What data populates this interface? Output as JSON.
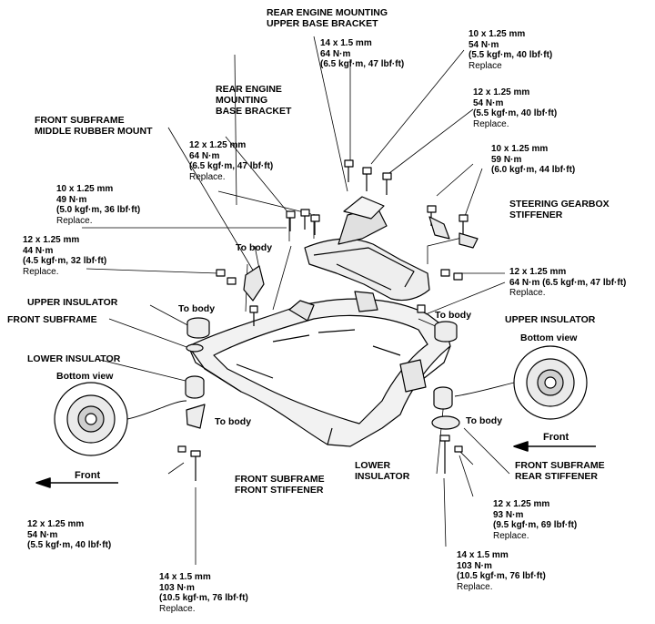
{
  "labels": {
    "rear_engine_upper_bracket": [
      "REAR ENGINE MOUNTING",
      "UPPER BASE BRACKET"
    ],
    "rear_engine_base_bracket": [
      "REAR ENGINE",
      "MOUNTING",
      "BASE BRACKET"
    ],
    "front_middle_mount": [
      "FRONT SUBFRAME",
      "MIDDLE RUBBER MOUNT"
    ],
    "steering_stiffener": [
      "STEERING GEARBOX",
      "STIFFENER"
    ],
    "upper_insulator_left": "UPPER INSULATOR",
    "front_subframe": "FRONT SUBFRAME",
    "lower_insulator_left": "LOWER INSULATOR",
    "upper_insulator_right": "UPPER INSULATOR",
    "lower_insulator_right": [
      "LOWER",
      "INSULATOR"
    ],
    "front_stiffener": [
      "FRONT SUBFRAME",
      "FRONT STIFFENER"
    ],
    "rear_stiffener": [
      "FRONT SUBFRAME",
      "REAR STIFFENER"
    ],
    "bottom_view_left": "Bottom view",
    "bottom_view_right": "Bottom view",
    "to_body_1": "To body",
    "to_body_2": "To body",
    "to_body_3": "To body",
    "to_body_4": "To body",
    "to_body_5": "To body",
    "front_left": "Front",
    "front_right": "Front"
  },
  "specs": {
    "s1": {
      "lines": [
        "14 x 1.5 mm",
        "64 N·m",
        "(6.5 kgf·m, 47 lbf·ft)"
      ],
      "note": ""
    },
    "s2": {
      "lines": [
        "10 x 1.25 mm",
        "54 N·m",
        "(5.5 kgf·m, 40 lbf·ft)"
      ],
      "note": "Replace"
    },
    "s3": {
      "lines": [
        "12 x 1.25 mm",
        "54 N·m",
        "(5.5 kgf·m, 40 lbf·ft)"
      ],
      "note": "Replace."
    },
    "s4": {
      "lines": [
        "10 x 1.25 mm",
        "59 N·m",
        "(6.0 kgf·m, 44 lbf·ft)"
      ],
      "note": ""
    },
    "s5": {
      "lines": [
        "12 x 1.25 mm",
        "64 N·m",
        "(6.5 kgf·m, 47 lbf·ft)"
      ],
      "note": "Replace."
    },
    "s6": {
      "lines": [
        "10 x 1.25 mm",
        "49 N·m",
        "(5.0 kgf·m, 36 lbf·ft)"
      ],
      "note": "Replace."
    },
    "s7": {
      "lines": [
        "12 x 1.25 mm",
        "44 N·m",
        "(4.5 kgf·m, 32 lbf·ft)"
      ],
      "note": "Replace."
    },
    "s8": {
      "lines": [
        "12 x 1.25 mm",
        "64 N·m (6.5 kgf·m, 47 lbf·ft)"
      ],
      "note": "Replace."
    },
    "s9": {
      "lines": [
        "12 x 1.25 mm",
        "54 N·m",
        "(5.5 kgf·m, 40 lbf·ft)"
      ],
      "note": ""
    },
    "s10": {
      "lines": [
        "14 x 1.5 mm",
        "103 N·m",
        "(10.5 kgf·m, 76 lbf·ft)"
      ],
      "note": "Replace."
    },
    "s11": {
      "lines": [
        "12 x 1.25 mm",
        "93 N·m",
        "(9.5 kgf·m, 69 lbf·ft)"
      ],
      "note": "Replace."
    },
    "s12": {
      "lines": [
        "14 x 1.5 mm",
        "103 N·m",
        "(10.5 kgf·m, 76 lbf·ft)"
      ],
      "note": "Replace."
    }
  }
}
